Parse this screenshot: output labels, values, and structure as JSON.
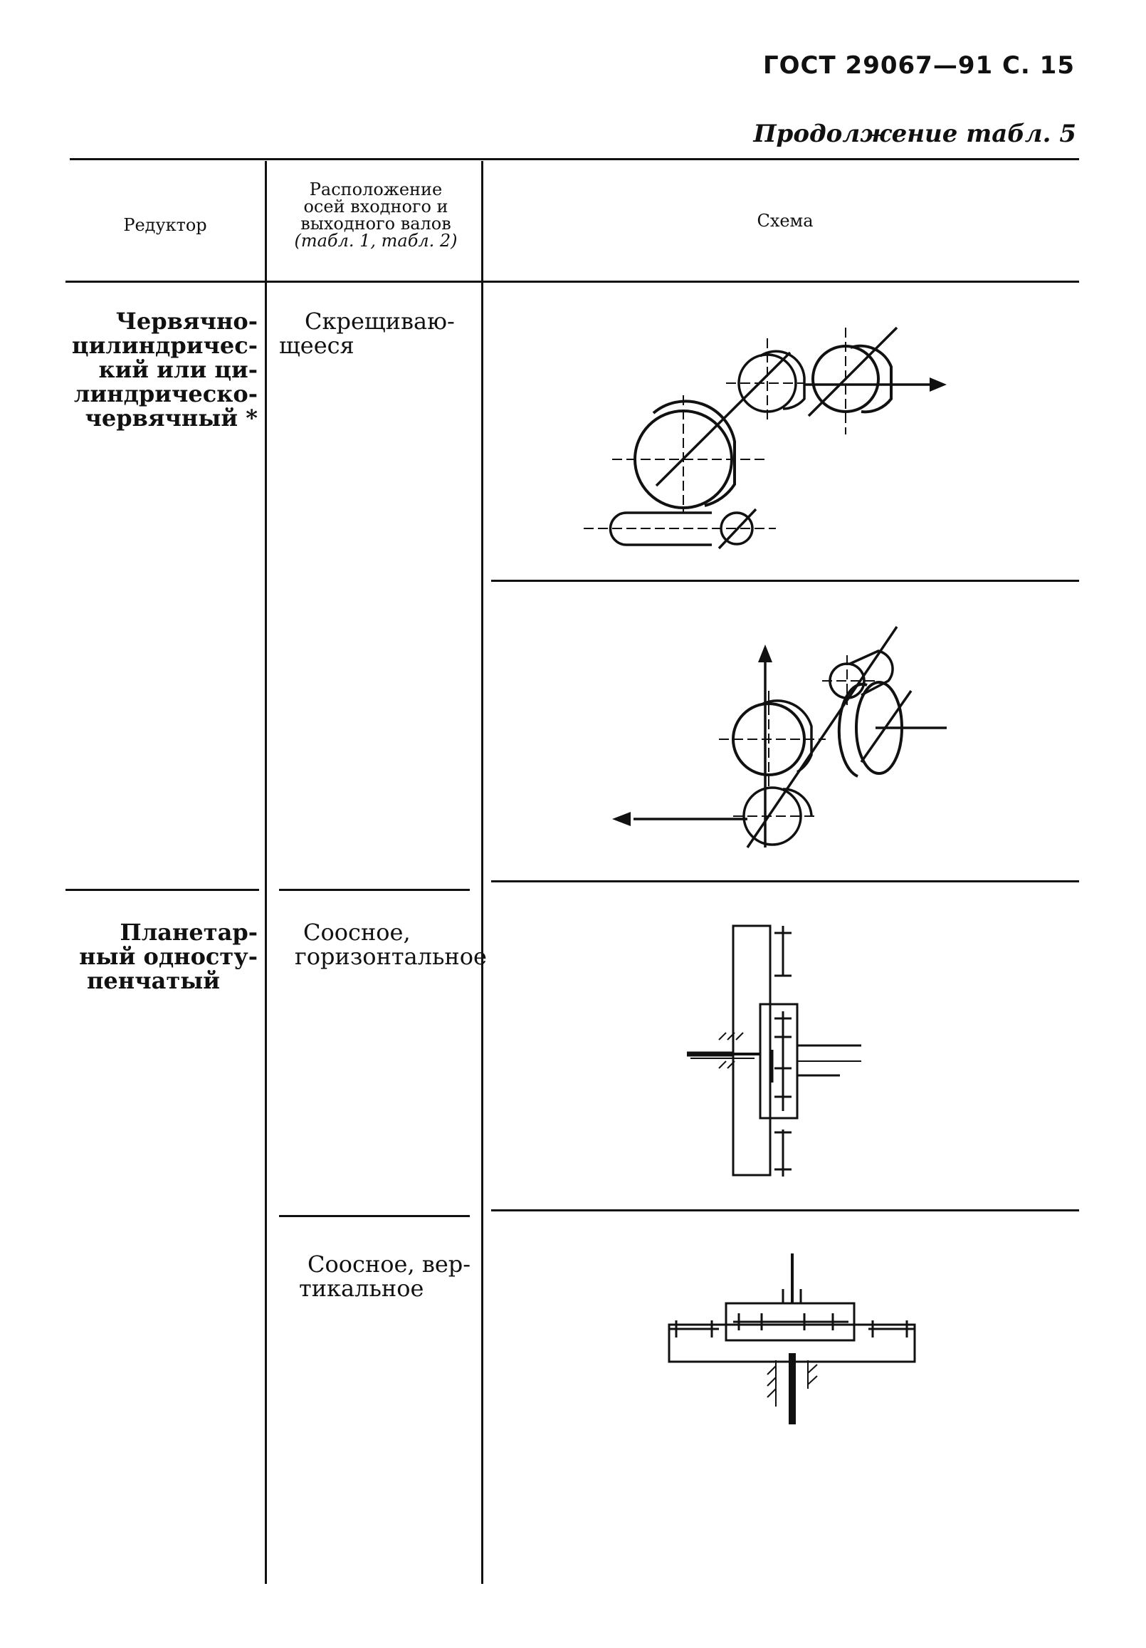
{
  "header": {
    "page_ref": "ГОСТ 29067—91 С. 15",
    "continuation": "Продолжение табл. 5"
  },
  "table": {
    "columns": {
      "reducer": "Редуктор",
      "axes_lines": [
        "Расположение",
        "осей входного и",
        "выходного валов",
        "(табл. 1, табл. 2)"
      ],
      "scheme": "Схема"
    },
    "rows": [
      {
        "reducer_lines": [
          "Червячно-",
          "цилиндричес-",
          "кий или ци-",
          "линдрическо-",
          "червячный *"
        ],
        "axes_lines": [
          "Скрещиваю-",
          "щееся"
        ]
      },
      {
        "reducer_lines": [
          "Планетар-",
          "ный односту-",
          "пенчатый"
        ],
        "axes_lines": [
          "Соосное,",
          "горизонтальное"
        ]
      },
      {
        "axes_lines": [
          "Соосное, вер-",
          "тикальное"
        ]
      }
    ]
  }
}
